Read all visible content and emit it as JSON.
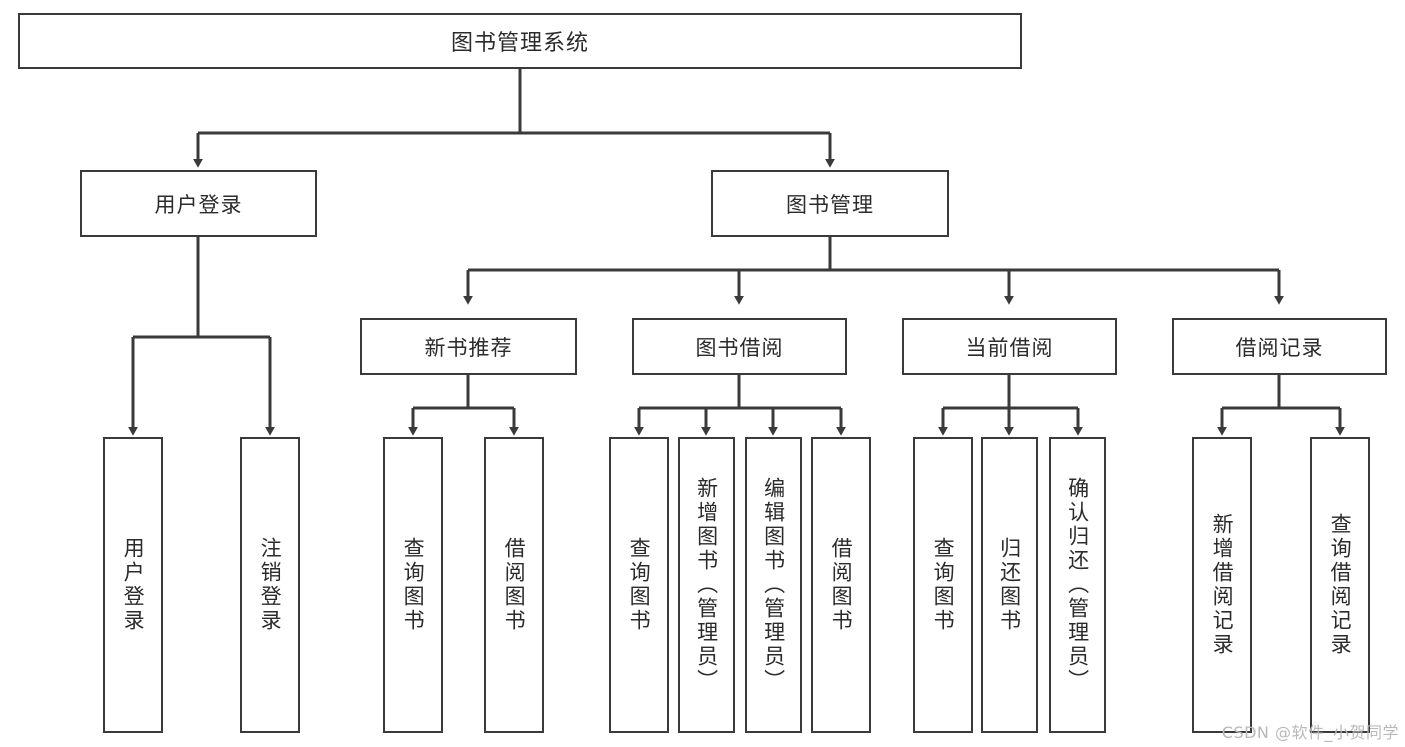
{
  "diagram": {
    "type": "tree",
    "title": "图书管理系统",
    "orientation": "top-down",
    "colors": {
      "background": "#ffffff",
      "node_border": "#3a3a3a",
      "node_fill": "#ffffff",
      "text": "#2b2b2b",
      "edge": "#3a3a3a",
      "watermark": "#b9b9b9"
    },
    "watermark": "CSDN @软件_小贺同学"
  },
  "nodes": {
    "root": {
      "label": "图书管理系统"
    },
    "level1": [
      {
        "label": "用户登录"
      },
      {
        "label": "图书管理"
      }
    ],
    "level2": [
      {
        "label": "新书推荐"
      },
      {
        "label": "图书借阅"
      },
      {
        "label": "当前借阅"
      },
      {
        "label": "借阅记录"
      }
    ],
    "leaves": {
      "user_login": [
        {
          "label": "用户登录"
        },
        {
          "label": "注销登录"
        }
      ],
      "new_book_recommend": [
        {
          "label": "查询图书"
        },
        {
          "label": "借阅图书"
        }
      ],
      "book_borrow": [
        {
          "label": "查询图书"
        },
        {
          "label": "新增图书（管理员）"
        },
        {
          "label": "编辑图书（管理员）"
        },
        {
          "label": "借阅图书"
        }
      ],
      "current_borrow": [
        {
          "label": "查询图书"
        },
        {
          "label": "归还图书"
        },
        {
          "label": "确认归还（管理员）"
        }
      ],
      "borrow_record": [
        {
          "label": "新增借阅记录"
        },
        {
          "label": "查询借阅记录"
        }
      ]
    }
  }
}
